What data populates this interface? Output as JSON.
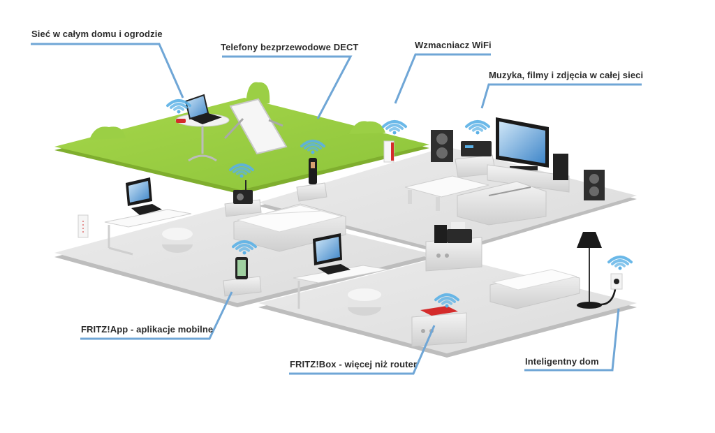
{
  "diagram": {
    "type": "home-network-illustration",
    "colors": {
      "leader_line": "#6fa6d6",
      "wifi": "#5ab0e6",
      "garden": "#9acd3a",
      "floor": "#e3e3e3",
      "fritzbox": "#d42b2b",
      "label_text": "#2b2b2b"
    },
    "labels": [
      {
        "id": "garden",
        "text": "Sieć w całym domu i ogrodzie"
      },
      {
        "id": "dect",
        "text": "Telefony bezprzewodowe DECT"
      },
      {
        "id": "repeater",
        "text": "Wzmacniacz WiFi"
      },
      {
        "id": "media",
        "text": "Muzyka, filmy i zdjęcia w całej sieci"
      },
      {
        "id": "app",
        "text": "FRITZ!App - aplikacje mobilne"
      },
      {
        "id": "box",
        "text": "FRITZ!Box - więcej niż router"
      },
      {
        "id": "smarthome",
        "text": "Inteligentny dom"
      }
    ],
    "devices": [
      {
        "name": "laptop-on-garden-table",
        "wifi": true
      },
      {
        "name": "garden-deck-chair",
        "wifi": false
      },
      {
        "name": "dect-phone",
        "wifi": true
      },
      {
        "name": "internet-radio",
        "wifi": true
      },
      {
        "name": "wifi-repeater",
        "wifi": true
      },
      {
        "name": "av-receiver",
        "wifi": true
      },
      {
        "name": "tv",
        "wifi": false
      },
      {
        "name": "smartphone",
        "wifi": true
      },
      {
        "name": "fritzbox-router",
        "wifi": true
      },
      {
        "name": "smart-plug-with-lamp",
        "wifi": true
      },
      {
        "name": "desktop-pc",
        "wifi": false
      },
      {
        "name": "printer",
        "wifi": false
      },
      {
        "name": "powerline-adapter",
        "wifi": false
      }
    ]
  }
}
